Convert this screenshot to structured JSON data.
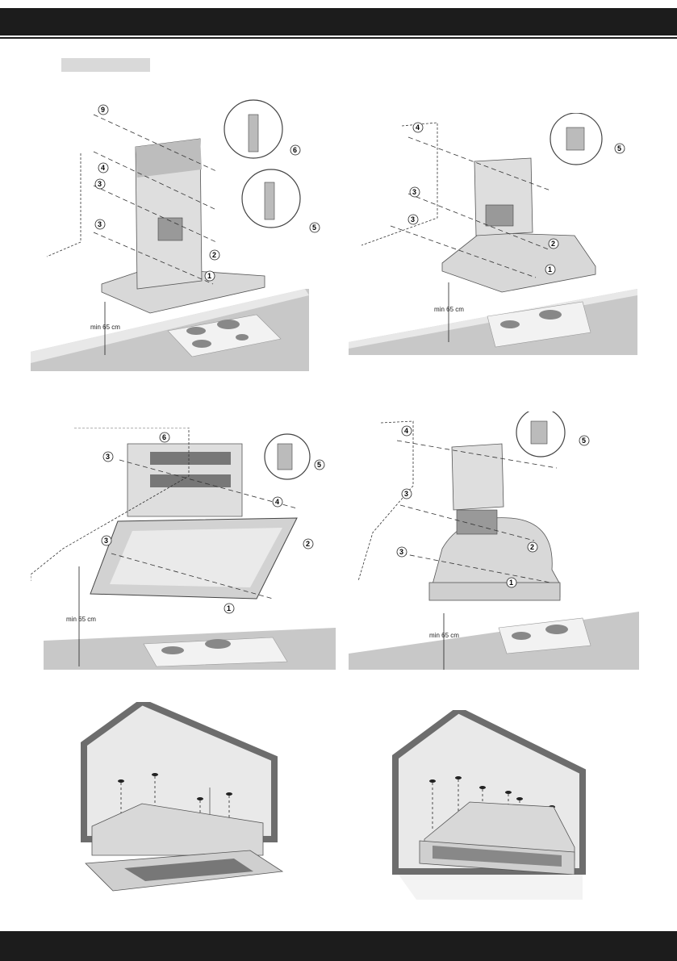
{
  "header": {
    "section_label": ""
  },
  "panels": [
    {
      "id": "island-hood",
      "measure_label": "min 65 cm",
      "callouts": [
        "9",
        "4",
        "3",
        "3",
        "6",
        "5",
        "2",
        "1"
      ]
    },
    {
      "id": "pyramid-hood",
      "measure_label": "min 65 cm",
      "callouts": [
        "4",
        "3",
        "3",
        "5",
        "2",
        "1"
      ]
    },
    {
      "id": "angled-hood",
      "measure_label": "min 65 cm",
      "callouts": [
        "6",
        "3",
        "3",
        "5",
        "4",
        "2",
        "1"
      ]
    },
    {
      "id": "curved-hood",
      "measure_label": "min 65 cm",
      "callouts": [
        "4",
        "3",
        "3",
        "5",
        "2",
        "1"
      ]
    }
  ],
  "colors": {
    "bar": "#1c1c1c",
    "grey_box": "#d9d9d9",
    "steel": "#cfcfcf",
    "counter": "#bdbdbd",
    "cabinet": "#6d6d6d"
  }
}
